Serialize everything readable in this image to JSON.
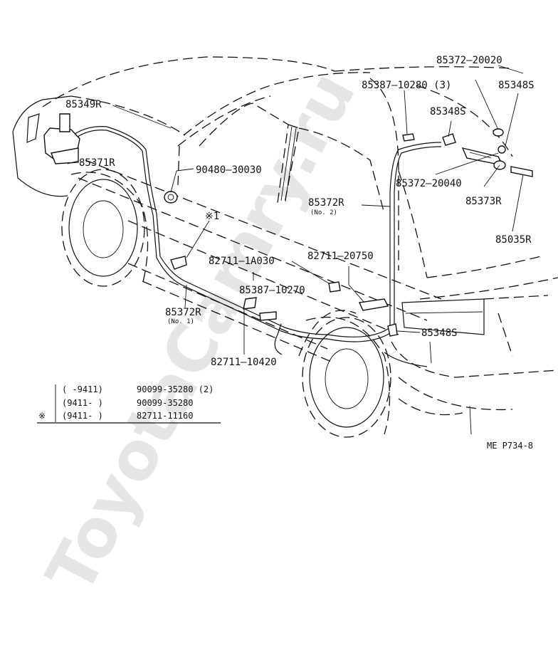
{
  "watermark": "ToyotaCamry.ru",
  "figure_code": "ME P734-8",
  "callouts": {
    "c85372_20020": "85372—20020",
    "c85387_10280": "85387—10280 (3)",
    "c85348s_top_right": "85348S",
    "c85348s_mid": "85348S",
    "c85349r": "85349R",
    "c85371r": "85371R",
    "c90480": "90480—30030",
    "c85372_20040": "85372—20040",
    "c85373r": "85373R",
    "c85372r_no2": "85372R",
    "c85372r_no2_sub": "(No. 2)",
    "c85035r": "85035R",
    "asterisk_note": "※1",
    "c82711_1a030": "82711—1A030",
    "c82711_20750": "82711—20750",
    "c85387_10270": "85387—10270",
    "c85372r_no1": "85372R",
    "c85372r_no1_sub": "(No. 1)",
    "c85348s_bottom": "85348S",
    "c82711_10420": "82711—10420"
  },
  "parts_table": {
    "rows": [
      {
        "mark": "",
        "range": "(        -9411)",
        "part": "90099-35280 (2)"
      },
      {
        "mark": "",
        "range": "(9411-         )",
        "part": "90099-35280"
      },
      {
        "mark": "※",
        "range": "(9411-         )",
        "part": "82711-11160"
      }
    ]
  }
}
